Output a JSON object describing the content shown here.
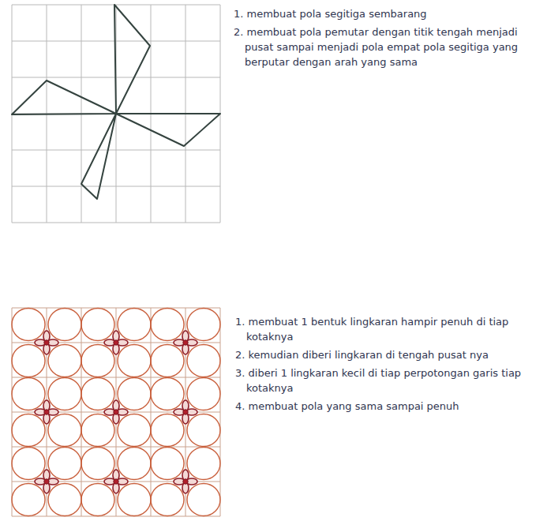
{
  "diagram": {
    "labels": [
      "1. membuat pola segitiga sembarang",
      "2. membuat pola pemutar dengan titik tengah menjadi pusat sampai menjadi pola empat pola segitiga yang berputar dengan arah yang sama",
      "1. membuat 1 bentuk lingkaran hampir penuh di tiap kotaknya",
      "2. kemudian diberi lingkaran di tengah pusat nya",
      "3. diberi 1 lingkaran kecil di tiap perpotongan garis tiap kotaknya",
      "4. membuat pola yang sama sampai penuh"
    ]
  }
}
